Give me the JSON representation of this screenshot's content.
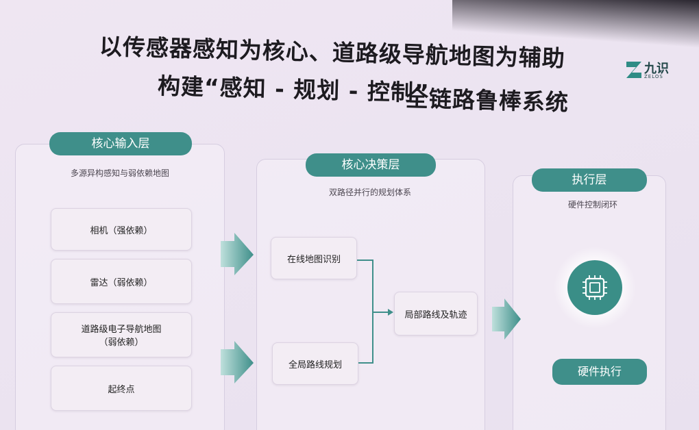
{
  "title": {
    "line1": "以传感器感知为核心、道路级导航地图为辅助",
    "line2a": "构建“感知 - 规划 - 控制”",
    "line2b": "全链路鲁棒系统"
  },
  "logo": {
    "text": "九识",
    "sub": "ZELOS",
    "icon": "z-logo-icon"
  },
  "input_layer": {
    "title": "核心输入层",
    "subtitle": "多源异构感知与弱依赖地图",
    "items": [
      {
        "label": "相机（强依赖）"
      },
      {
        "label": "雷达（弱依赖）"
      },
      {
        "label": "道路级电子导航地图",
        "label2": "（弱依赖）"
      },
      {
        "label": "起终点"
      }
    ]
  },
  "decision_layer": {
    "title": "核心决策层",
    "subtitle": "双路径并行的规划体系",
    "online_map": "在线地图识别",
    "global_route": "全局路线规划",
    "local_route": "局部路线及轨迹"
  },
  "exec_layer": {
    "title": "执行层",
    "subtitle": "硬件控制闭环",
    "chip_icon": "chip-icon",
    "button": "硬件执行"
  },
  "colors": {
    "accent": "#3f8f8a",
    "background": "#ece4f1"
  }
}
